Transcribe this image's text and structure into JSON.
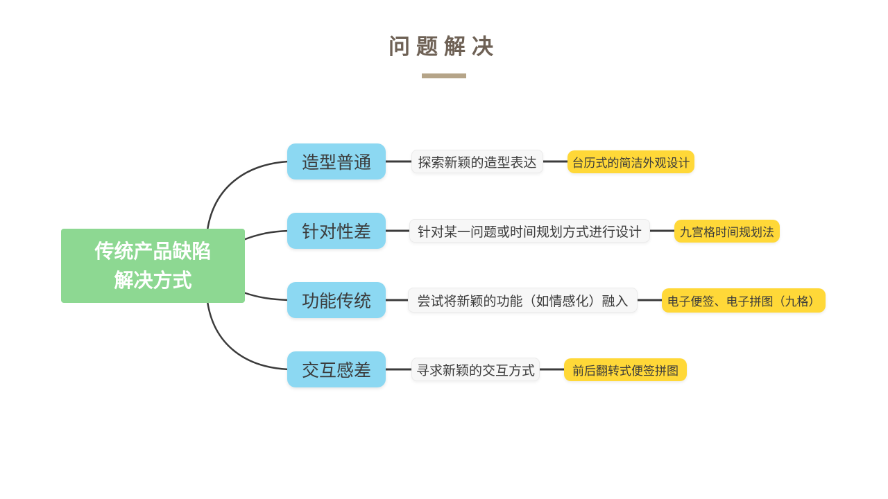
{
  "title": {
    "text": "问题解决"
  },
  "root": {
    "line1": "传统产品缺陷",
    "line2": "解决方式"
  },
  "branches": [
    {
      "problem": "造型普通",
      "approach": "探索新颖的造型表达",
      "solution": "台历式的简洁外观设计"
    },
    {
      "problem": "针对性差",
      "approach": "针对某一问题或时间规划方式进行设计",
      "solution": "九宫格时间规划法"
    },
    {
      "problem": "功能传统",
      "approach": "尝试将新颖的功能（如情感化）融入",
      "solution": "电子便签、电子拼图（九格）"
    },
    {
      "problem": "交互感差",
      "approach": "寻求新颖的交互方式",
      "solution": "前后翻转式便签拼图"
    }
  ],
  "colors": {
    "title_text": "#6e6155",
    "title_underline": "#b5a488",
    "root_bg": "#8dd892",
    "problem_bg": "#8cd8f2",
    "approach_bg": "#f7f7f7",
    "solution_bg": "#ffd838",
    "connector": "#3b3b3b",
    "node_text": "#3b3b3b"
  }
}
